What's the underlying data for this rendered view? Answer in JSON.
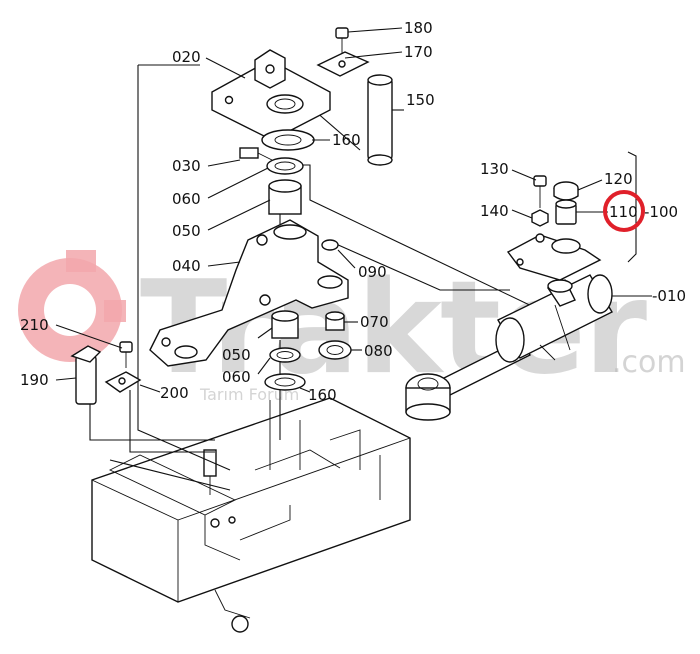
{
  "watermark": {
    "brand": "Trakter",
    "suffix": ".com",
    "tagline": "Tarım Forum"
  },
  "labels": {
    "p180": "180",
    "p170": "170",
    "p020": "020",
    "p150": "150",
    "p160a": "160",
    "p030": "030",
    "p060a": "060",
    "p050a": "050",
    "p040": "040",
    "p090": "090",
    "p070": "070",
    "p080": "080",
    "p050b": "050",
    "p060b": "060",
    "p160b": "160",
    "p210": "210",
    "p190": "190",
    "p200": "200",
    "p130": "130",
    "p120": "120",
    "p140": "140",
    "p110": "110",
    "p100": "-100",
    "p010": "-010"
  },
  "highlight": {
    "part": "110",
    "color": "#e0202a"
  },
  "colors": {
    "watermark_red": "#f2a7ab",
    "line": "#111111"
  }
}
